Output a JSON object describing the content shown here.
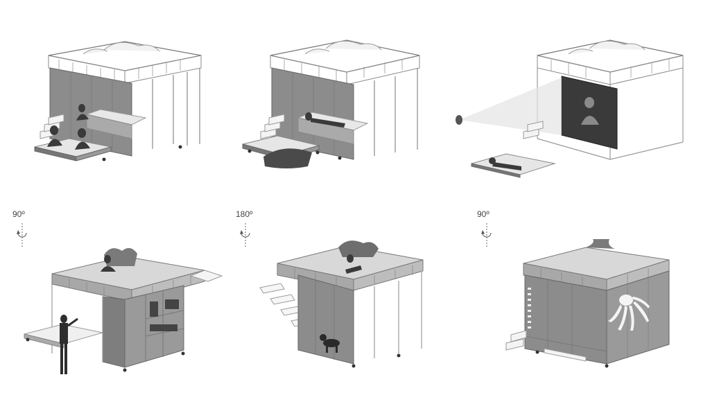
{
  "rotation_labels": {
    "panel_4": "90º",
    "panel_5": "180º",
    "panel_6": "90º"
  },
  "icons": {
    "rotation": "rotation-arrow-icon",
    "projector": "projector-lens-icon"
  },
  "colors": {
    "line": "#555555",
    "wood_dark": "#6e6e6e",
    "wood_mid": "#8c8c8c",
    "mattress": "#e6e6e6",
    "shadow": "#bdbdbd",
    "screen": "#3a3a3a"
  }
}
